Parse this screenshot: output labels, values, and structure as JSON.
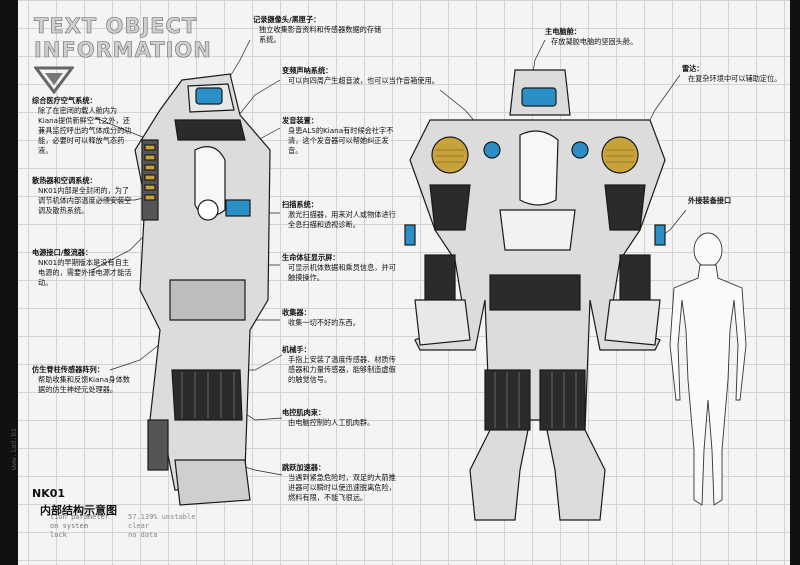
{
  "title": {
    "line1": "TEXT OBJECT",
    "line2": "INFORMATION"
  },
  "notes": [
    {
      "id": "recorder",
      "heading": "记录摄像头/黑匣子：",
      "body": "独立收集影音资料和传感器数据的存储系统。"
    },
    {
      "id": "sonar",
      "heading": "变频声呐系统：",
      "body": "可以向四周产生超音波，也可以当作音箱使用。"
    },
    {
      "id": "voice",
      "heading": "发音装置：",
      "body": "身患ALS的Kiana有时候会社字不清，这个发音器可以帮她纠正发音。"
    },
    {
      "id": "scanner",
      "heading": "扫描系统：",
      "body": "激光扫描器，用来对人或物体进行全息扫描和透视诊断。"
    },
    {
      "id": "vitals",
      "heading": "生命体征显示屏：",
      "body": "可显示机体数据和乘员信息，并可触摸操作。"
    },
    {
      "id": "collector",
      "heading": "收集器：",
      "body": "收集一切不好的东西。"
    },
    {
      "id": "arm",
      "heading": "机械手：",
      "body": "手指上安装了温度传感器、材质传感器和力量传感器，能够制造虚假的触觉信号。"
    },
    {
      "id": "muscle",
      "heading": "电控肌肉束：",
      "body": "由电脑控制的人工肌肉群。"
    },
    {
      "id": "jump",
      "heading": "跳跃加速器：",
      "body": "当遇到紧急危险时，双足的大箭推进器可以瞬时以使迅速脱离危险，燃料有限，不能飞很远。"
    },
    {
      "id": "medical",
      "heading": "综合医疗空气系统：",
      "body": "除了在密闭的载人舱内为Kiana提供新鲜空气之外，还兼具监控呼出的气体成分的功能，必要时可以释放气态药液。"
    },
    {
      "id": "cooling",
      "heading": "散热器和空调系统：",
      "body": "NK01内部是全封闭的，为了调节机体内部温度必须安装空调及散热系统。"
    },
    {
      "id": "power",
      "heading": "电源接口/整流器：",
      "body": "NK01的早期版本是没有自主电源的，需要外接电源才能活动。"
    },
    {
      "id": "spine",
      "heading": "仿生脊柱传感器阵列：",
      "body": "帮助收集和反馈Kiana身体数据的仿生神经元处理器。"
    },
    {
      "id": "brain",
      "heading": "主电脑舱：",
      "body": "存放凝胶电脑的坚固头舱。"
    },
    {
      "id": "radar",
      "heading": "雷达：",
      "body": "在复杂环境中可以辅助定位。"
    },
    {
      "id": "external",
      "heading": "外接装备接口",
      "body": ""
    }
  ],
  "footer": {
    "model": "NK01",
    "diagram_title": "内部结构示意图",
    "params_left": [
      "tion parameter",
      "on system",
      "lock"
    ],
    "params_right": [
      "57.139% unstable",
      "clear",
      "no data"
    ],
    "side_text": "www.iad.bi"
  },
  "colors": {
    "accent": "#2a8fc7",
    "dark": "#1a1a1a",
    "panel": "#d8d8d8",
    "gold": "#c8a23a"
  }
}
